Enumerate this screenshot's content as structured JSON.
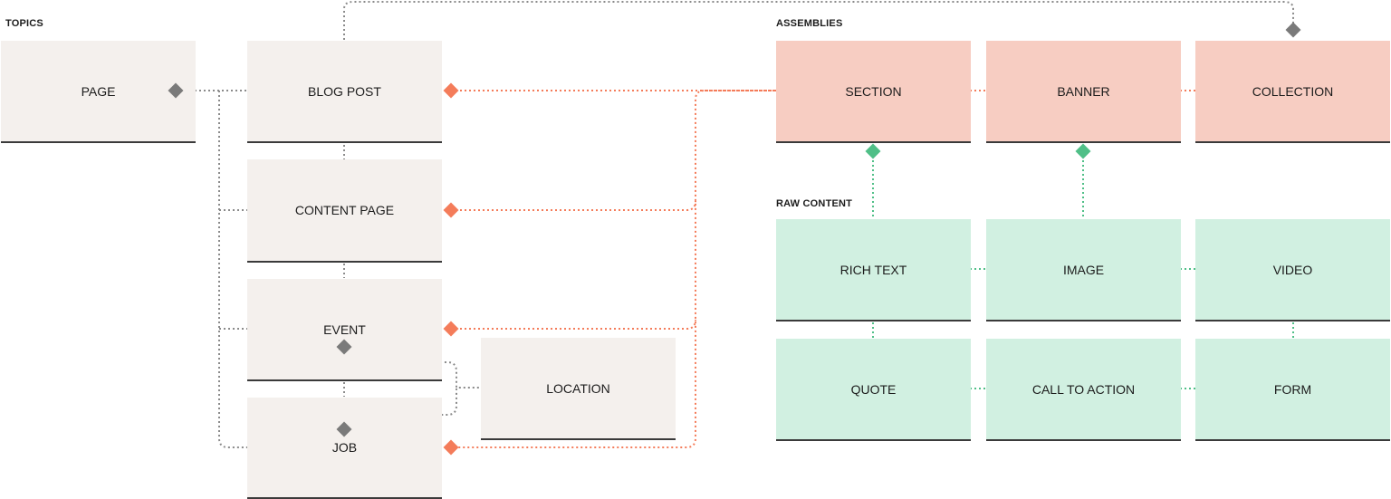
{
  "headings": {
    "topics": "TOPICS",
    "assemblies": "ASSEMBLIES",
    "raw_content": "RAW CONTENT"
  },
  "topics": {
    "page": "PAGE",
    "blog_post": "BLOG POST",
    "content_page": "CONTENT PAGE",
    "event": "EVENT",
    "job": "JOB",
    "location": "LOCATION"
  },
  "assemblies": {
    "section": "SECTION",
    "banner": "BANNER",
    "collection": "COLLECTION"
  },
  "raw_content": {
    "rich_text": "RICH TEXT",
    "image": "IMAGE",
    "video": "VIDEO",
    "quote": "QUOTE",
    "call_to_action": "CALL TO ACTION",
    "form": "FORM"
  },
  "colors": {
    "topic_fill": "#f4f0ed",
    "assembly_fill": "#f7cdc2",
    "raw_fill": "#d1f0e1",
    "topic_link": "#8a8a8a",
    "assembly_link": "#f47c5a",
    "raw_link": "#4fbf87"
  }
}
